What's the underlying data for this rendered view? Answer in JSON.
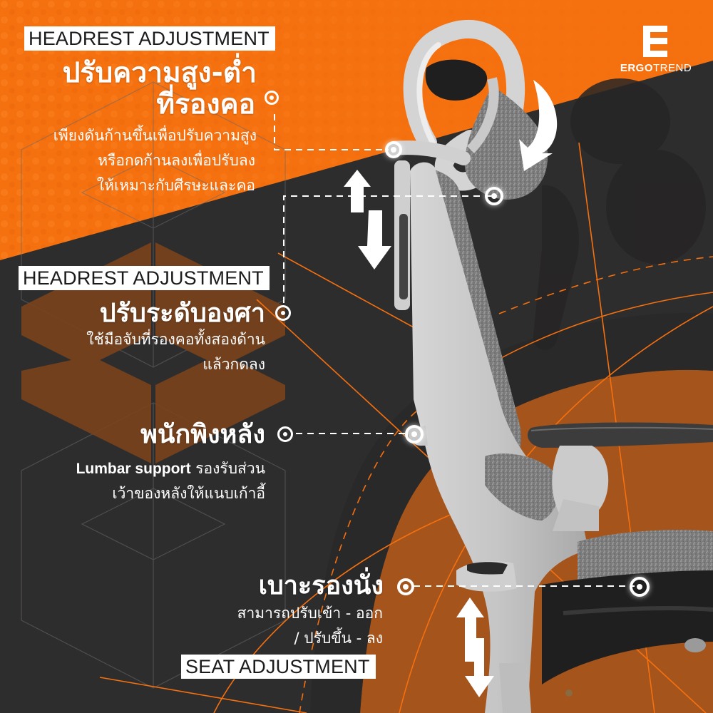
{
  "brand": {
    "name_bold": "ERGO",
    "name_light": "TREND",
    "logo_icon": "letter-e-icon",
    "colors": {
      "orange": "#f5700f",
      "dark_orange": "#a5541c",
      "charcoal": "#2e2d2d",
      "white": "#ffffff"
    }
  },
  "features": [
    {
      "id": "headrest-height",
      "tag": "HEADREST ADJUSTMENT",
      "title_line1": "ปรับความสูง-ต่ำ",
      "title_line2": "ที่รองคอ",
      "desc_lines": [
        "เพียงดันก้านขึ้นเพื่อปรับความสูง",
        "หรือกดก้านลงเพื่อปรับลง",
        "ให้เหมาะกับศีรษะและคอ"
      ]
    },
    {
      "id": "headrest-angle",
      "tag": "HEADREST ADJUSTMENT",
      "title": "ปรับระดับองศา",
      "desc_lines": [
        "ใช้มือจับที่รองคอทั้งสองด้าน",
        "แล้วกดลง"
      ]
    },
    {
      "id": "backrest",
      "title": "พนักพิงหลัง",
      "desc_bold": "Lumbar support",
      "desc_line1_rest": " รองรับส่วน",
      "desc_line2": "เว้าของหลังให้แนบเก้าอี้"
    },
    {
      "id": "seat",
      "tag": "SEAT ADJUSTMENT",
      "title": "เบาะรองนั่ง",
      "desc_lines": [
        "สามารถปรับเข้า - ออก",
        "/ ปรับขึ้น - ลง"
      ]
    }
  ],
  "icons": {
    "up_down_arrow": "double-headed-vertical-arrow-icon",
    "curved_arrow": "curved-down-arrow-icon",
    "hotspot": "target-ring-icon"
  }
}
